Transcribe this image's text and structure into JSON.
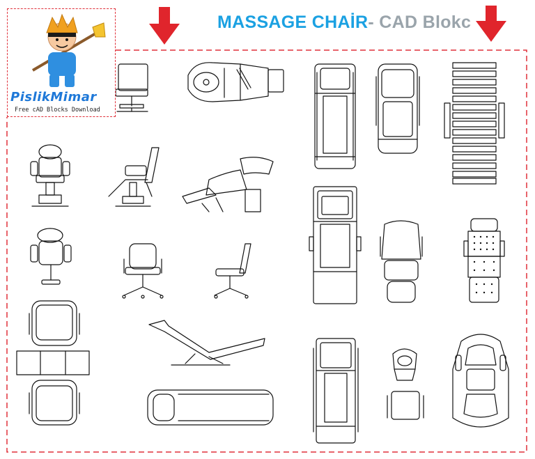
{
  "header": {
    "title_main": "MASSAGE CHAİR",
    "title_sub": "- CAD Blokc"
  },
  "logo": {
    "brand": "PislikMimar",
    "tagline": "Free cAD Blocks Download",
    "icon": "cartoon-character-icon"
  },
  "markers": {
    "icon": "arrow-down-icon",
    "color": "#e0252c"
  },
  "frame": {
    "border_color": "#e0303a"
  },
  "colors": {
    "title_main": "#1ba1e2",
    "title_sub": "#9aa4ab",
    "logo_text": "#1e78d8",
    "line_art": "#111111"
  }
}
